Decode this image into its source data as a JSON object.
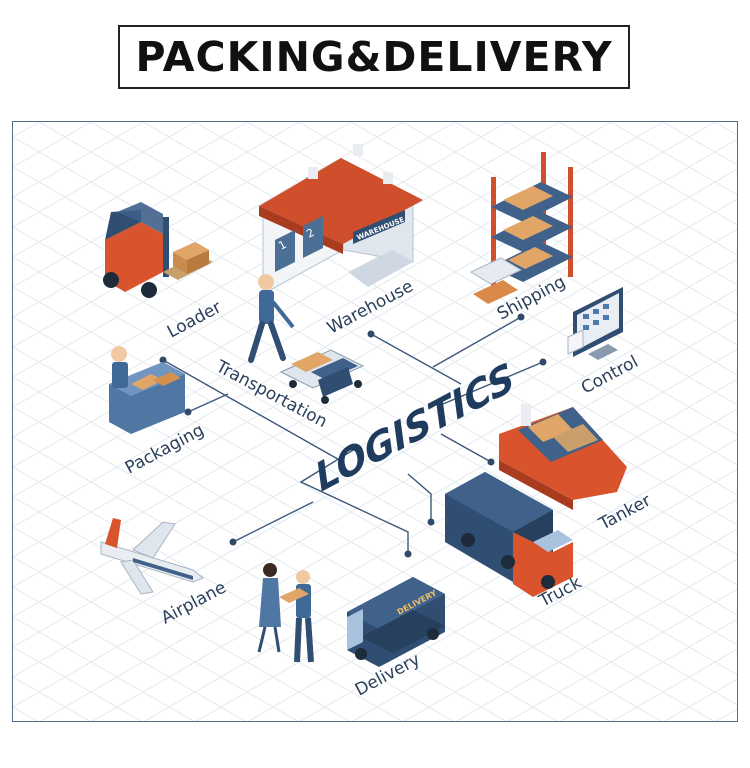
{
  "header": {
    "title": "PACKING&DELIVERY"
  },
  "diagram": {
    "center_label": "LOGISTICS",
    "nodes": {
      "loader": "Loader",
      "warehouse": "Warehouse",
      "warehouse_sign": "WAREHOUSE",
      "shipping": "Shipping",
      "control": "Control",
      "packaging": "Packaging",
      "transportation": "Transportation",
      "tanker": "Tanker",
      "truck": "Truck",
      "airplane": "Airplane",
      "delivery": "Delivery",
      "delivery_van_sign": "DELIVERY",
      "warehouse_door_1": "1",
      "warehouse_door_2": "2"
    }
  },
  "colors": {
    "navy": "#2f4e72",
    "orange": "#d9542c",
    "cardboard": "#e0a567",
    "grid": "#e7ecf2"
  }
}
